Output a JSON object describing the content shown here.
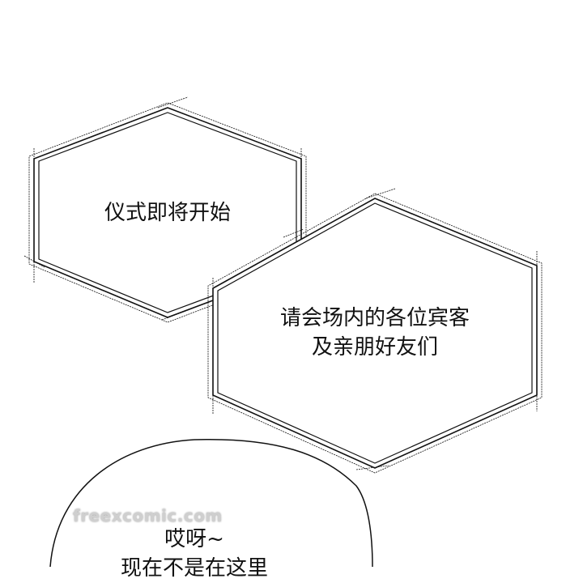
{
  "panel": {
    "background": "#ffffff",
    "line_color": "#111111"
  },
  "captions": {
    "first": "仪式即将开始",
    "second": {
      "line1": "请会场内的各位宾客",
      "line2": "及亲朋好友们"
    }
  },
  "speech_bubble": {
    "line1": "哎呀~",
    "line2": "现在不是在这里"
  },
  "watermark": "freexcomic.com"
}
